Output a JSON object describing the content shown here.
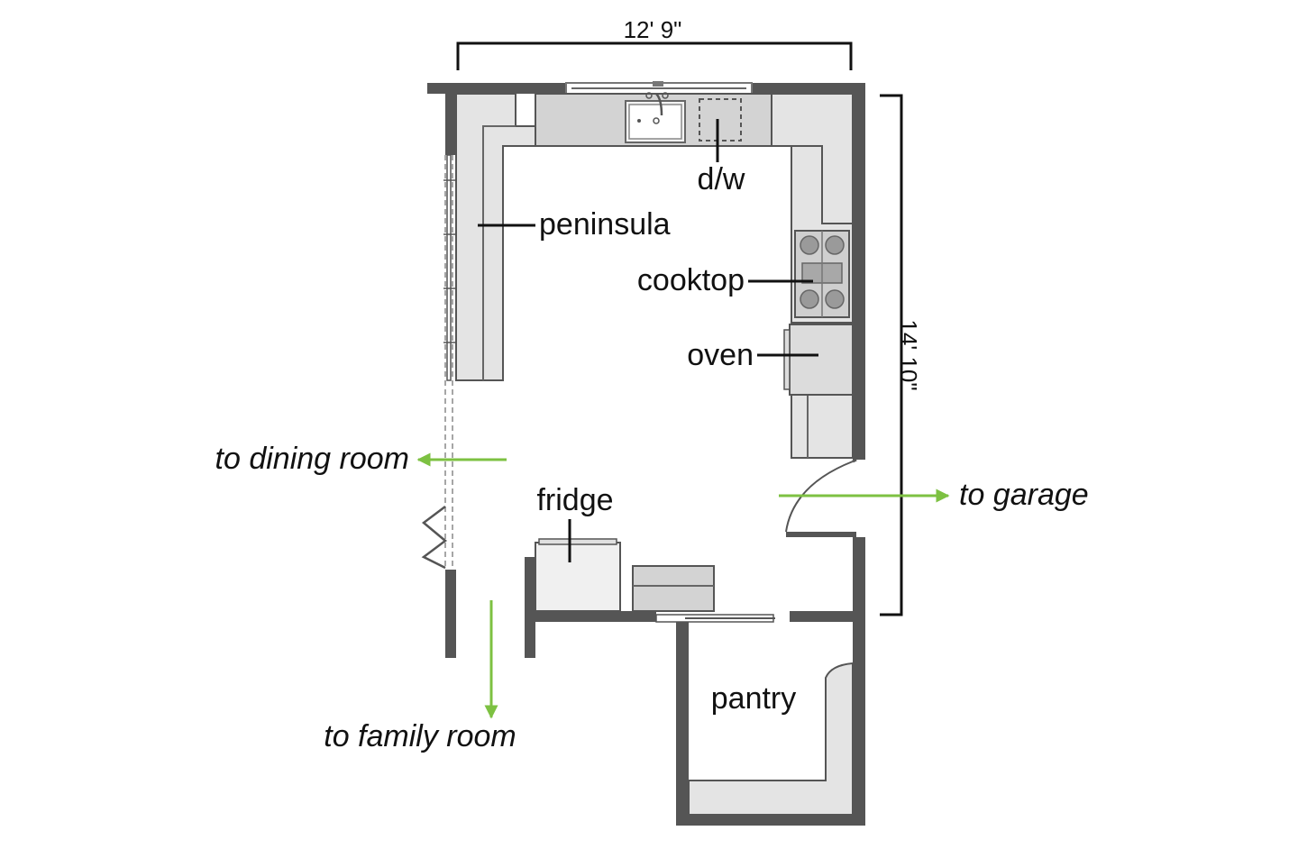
{
  "dimensions": {
    "width_label": "12' 9\"",
    "depth_label": "14' 10\""
  },
  "fixtures": {
    "dishwasher": "d/w",
    "peninsula": "peninsula",
    "cooktop": "cooktop",
    "oven": "oven",
    "fridge": "fridge",
    "pantry": "pantry"
  },
  "exits": {
    "dining_room": "to dining room",
    "garage": "to garage",
    "family_room": "to family room"
  },
  "colors": {
    "wall": "#555555",
    "counter": "#e4e4e4",
    "arrow": "#7dc142",
    "text": "#111111"
  }
}
